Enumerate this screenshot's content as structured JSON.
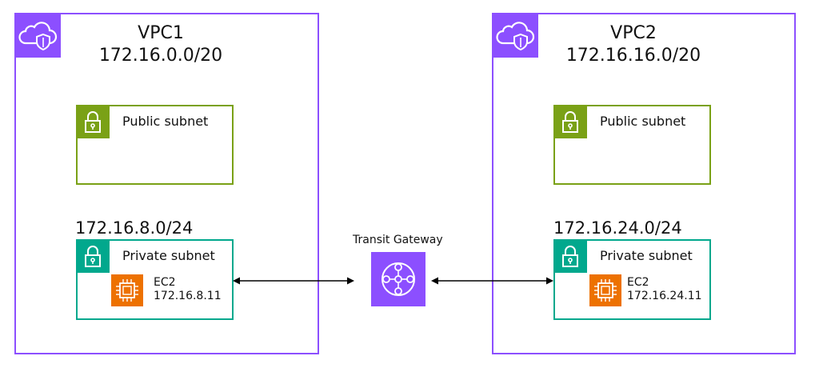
{
  "vpc1": {
    "name": "VPC1",
    "cidr": "172.16.0.0/20",
    "public_subnet": {
      "label": "Public subnet"
    },
    "private_subnet": {
      "cidr": "172.16.8.0/24",
      "label": "Private subnet",
      "ec2": {
        "name": "EC2",
        "ip": "172.16.8.11"
      }
    }
  },
  "vpc2": {
    "name": "VPC2",
    "cidr": "172.16.16.0/20",
    "public_subnet": {
      "label": "Public subnet"
    },
    "private_subnet": {
      "cidr": "172.16.24.0/24",
      "label": "Private subnet",
      "ec2": {
        "name": "EC2",
        "ip": "172.16.24.11"
      }
    }
  },
  "transit_gateway": {
    "label": "Transit Gateway"
  },
  "colors": {
    "vpc": "#8c4fff",
    "public_subnet": "#7aa116",
    "private_subnet": "#01a88d",
    "ec2": "#ed7100",
    "transit_gateway": "#8c4fff"
  },
  "icons": {
    "vpc": "cloud-shield-icon",
    "subnet": "padlock-icon",
    "ec2": "chip-icon",
    "transit_gateway": "hub-icon"
  }
}
